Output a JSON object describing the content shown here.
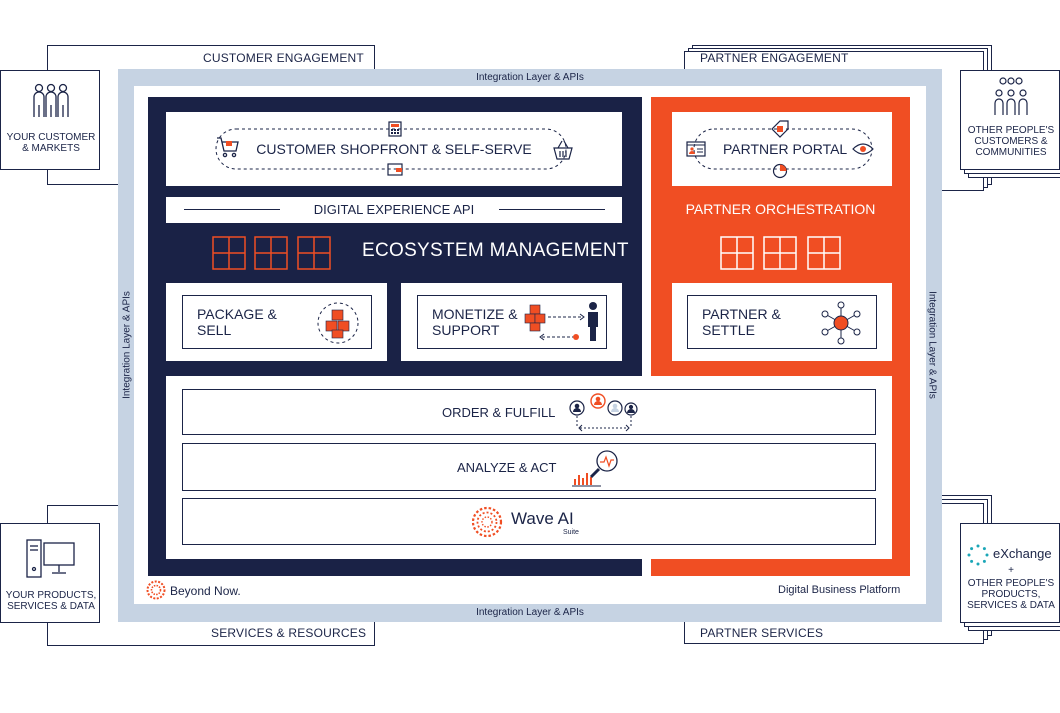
{
  "engagement": {
    "customer_engagement": "CUSTOMER ENGAGEMENT",
    "partner_engagement": "PARTNER ENGAGEMENT",
    "services_resources": "SERVICES & RESOURCES",
    "partner_services": "PARTNER SERVICES"
  },
  "side_boxes": {
    "your_customer": [
      "YOUR CUSTOMER",
      "& MARKETS"
    ],
    "other_customers": [
      "OTHER PEOPLE'S",
      "CUSTOMERS &",
      "COMMUNITIES"
    ],
    "your_products": [
      "YOUR PRODUCTS,",
      "SERVICES & DATA"
    ],
    "exchange_brand": "eXchange",
    "exchange_plus": "+",
    "other_products": [
      "OTHER PEOPLE'S",
      "PRODUCTS,",
      "SERVICES & DATA"
    ]
  },
  "integration": {
    "top": "Integration Layer & APIs",
    "bottom": "Integration Layer & APIs",
    "left": "Integration Layer & APIs",
    "right": "Integration Layer & APIs"
  },
  "platform": {
    "shopfront": "CUSTOMER SHOPFRONT & SELF-SERVE",
    "digital_experience_api": "DIGITAL EXPERIENCE API",
    "ecosystem_management": "ECOSYSTEM MANAGEMENT",
    "package_sell": [
      "PACKAGE &",
      "SELL"
    ],
    "monetize_support": [
      "MONETIZE &",
      "SUPPORT"
    ],
    "partner_portal": "PARTNER PORTAL",
    "partner_orchestration": "PARTNER ORCHESTRATION",
    "partner_settle": [
      "PARTNER &",
      "SETTLE"
    ],
    "order_fulfill": "ORDER & FULFILL",
    "analyze_act": "ANALYZE & ACT",
    "wave_ai": "Wave AI",
    "wave_suite": "Suite",
    "beyond_now": "Beyond Now.",
    "digital_business_platform": "Digital Business Platform"
  },
  "colors": {
    "navy": "#1a2246",
    "orange": "#f04e23",
    "frame": "#c6d3e3",
    "teal": "#1aa6b7"
  }
}
